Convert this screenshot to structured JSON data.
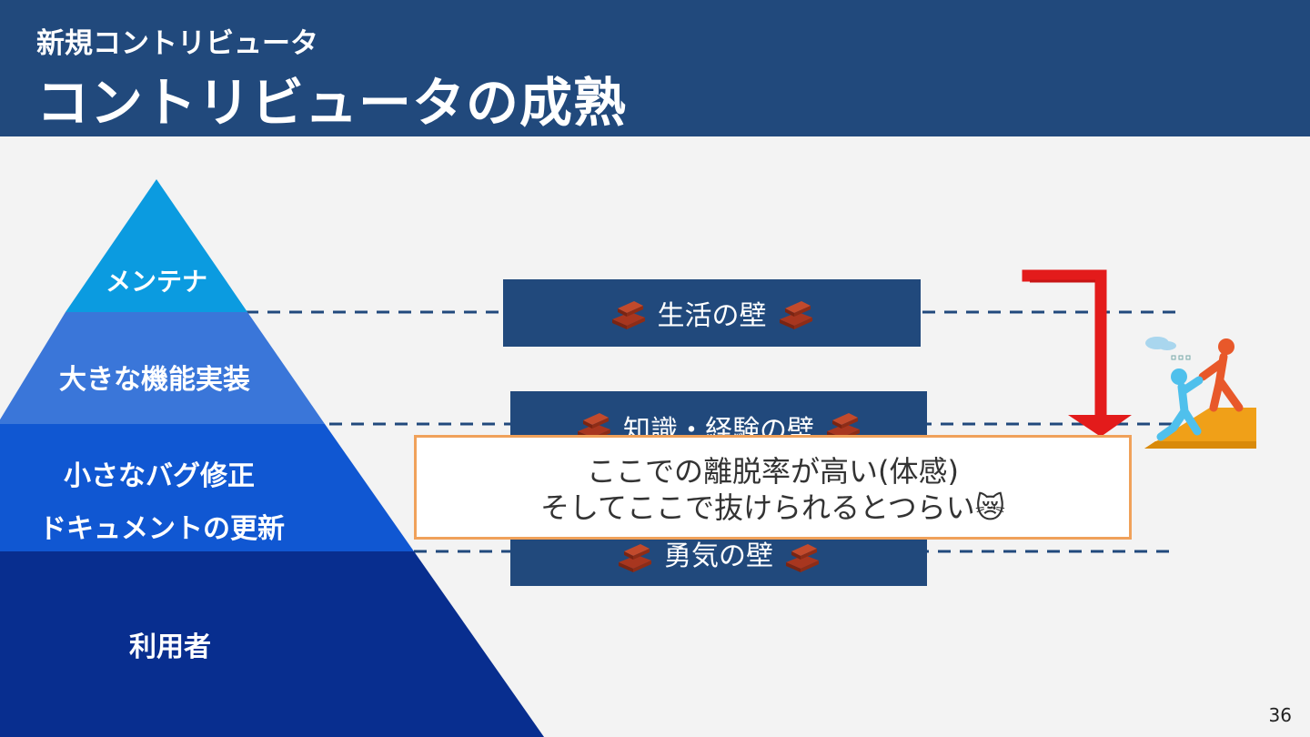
{
  "header": {
    "subtitle": "新規コントリビュータ",
    "title": "コントリビュータの成熟"
  },
  "pyramid": {
    "tiers": [
      {
        "label": "メンテナ",
        "color": "#0b9be0"
      },
      {
        "label": "大きな機能実装",
        "color": "#3a76d9"
      },
      {
        "label_line1": "小さなバグ修正",
        "label_line2": "ドキュメントの更新",
        "color": "#1057d2"
      },
      {
        "label": "利用者",
        "color": "#082e8f"
      }
    ]
  },
  "walls": [
    {
      "label": "生活の壁"
    },
    {
      "label": "知識・経験の壁"
    },
    {
      "label": "勇気の壁"
    }
  ],
  "callout": {
    "line1": "ここでの離脱率が高い(体感)",
    "line2": "そしてここで抜けられるとつらい",
    "emoji": "😿",
    "border_color": "#f0a15a"
  },
  "page_number": "36",
  "colors": {
    "header_bg": "#21497c",
    "wall_bg": "#21497c",
    "arrow": "#e31b1b",
    "dash": "#21497c"
  }
}
